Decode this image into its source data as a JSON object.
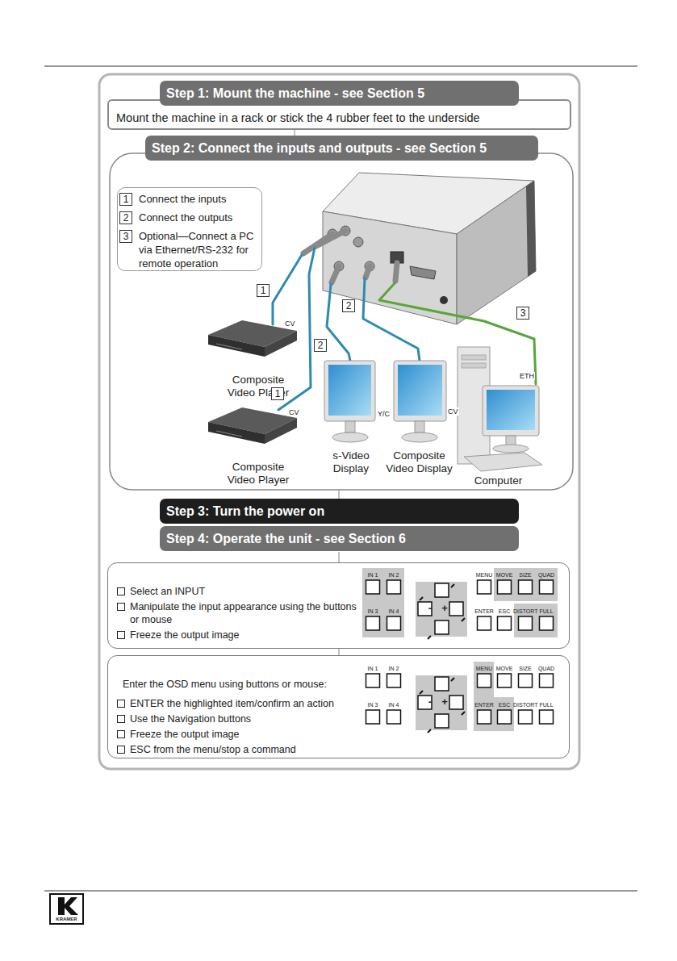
{
  "diagram": {
    "nodes": [
      {
        "text": [
          "Step 1: Mount the machine - see Section 5"
        ]
      },
      {
        "text": [
          "Mount the machine in a rack or stick the 4 rubber feet to the underside"
        ]
      },
      {
        "text": [
          "Step 2: Connect the inputs and outputs - see Section 5"
        ]
      },
      {
        "text": [
          "Connect the inputs",
          "Connect the outputs",
          "Optional—Connect a PC via Ethernet/RS-232 for remote operation"
        ]
      },
      {
        "text": [
          "Composite Video Player"
        ]
      },
      {
        "text": [
          "Composite Video Player"
        ]
      },
      {
        "text": [
          "s-Video Display"
        ]
      },
      {
        "text": [
          "Composite Video Display"
        ]
      },
      {
        "text": [
          "Computer"
        ]
      },
      {
        "text": [
          "Step 3: Turn the power on"
        ]
      },
      {
        "text": [
          "Step 4: Operate the unit - see Section 6"
        ]
      },
      {
        "text": [
          "Select an INPUT",
          "Manipulate the input appearance using the buttons or mouse",
          "Freeze the output image"
        ]
      },
      {
        "text": [
          "Enter the OSD menu using buttons or mouse:",
          "ENTER the highlighted item/confirm an action",
          "Use the Navigation buttons",
          "Freeze the output image",
          "ESC from the menu/stop a command"
        ]
      }
    ],
    "labels": [
      "1",
      "2",
      "3",
      "CV",
      "1",
      "CV",
      "1",
      "2",
      "Y/C",
      "2",
      "CV",
      "3",
      "ETH",
      "IN 1",
      "IN 2",
      "IN 3",
      "IN 4",
      "-",
      "+",
      "MENU",
      "MOVE",
      "SIZE",
      "QUAD",
      "ENTER",
      "ESC",
      "DISTORT",
      "FULL",
      "IN 1",
      "IN 2",
      "IN 3",
      "IN 4",
      "-",
      "+",
      "MENU",
      "MOVE",
      "SIZE",
      "QUAD",
      "ENTER",
      "ESC",
      "DISTORT",
      "FULL",
      "KRAMER"
    ]
  }
}
